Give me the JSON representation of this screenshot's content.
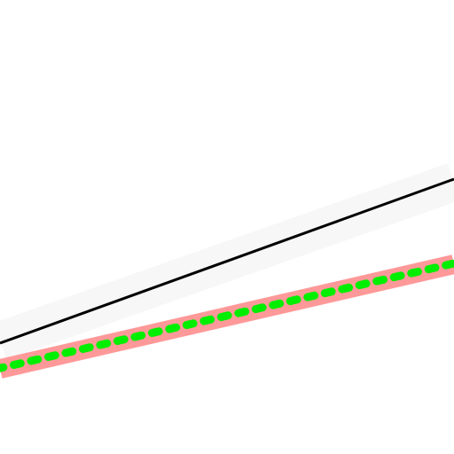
{
  "scene": {
    "background_color": "#ffffff",
    "lines": [
      {
        "name": "faint-band",
        "style": "solid",
        "color": "#f7f7f7"
      },
      {
        "name": "black-line",
        "style": "solid",
        "color": "#000000"
      },
      {
        "name": "pink-band",
        "style": "solid",
        "color": "#ff9999"
      },
      {
        "name": "green-dotted-line",
        "style": "dotted",
        "color": "#00ee00"
      }
    ]
  }
}
